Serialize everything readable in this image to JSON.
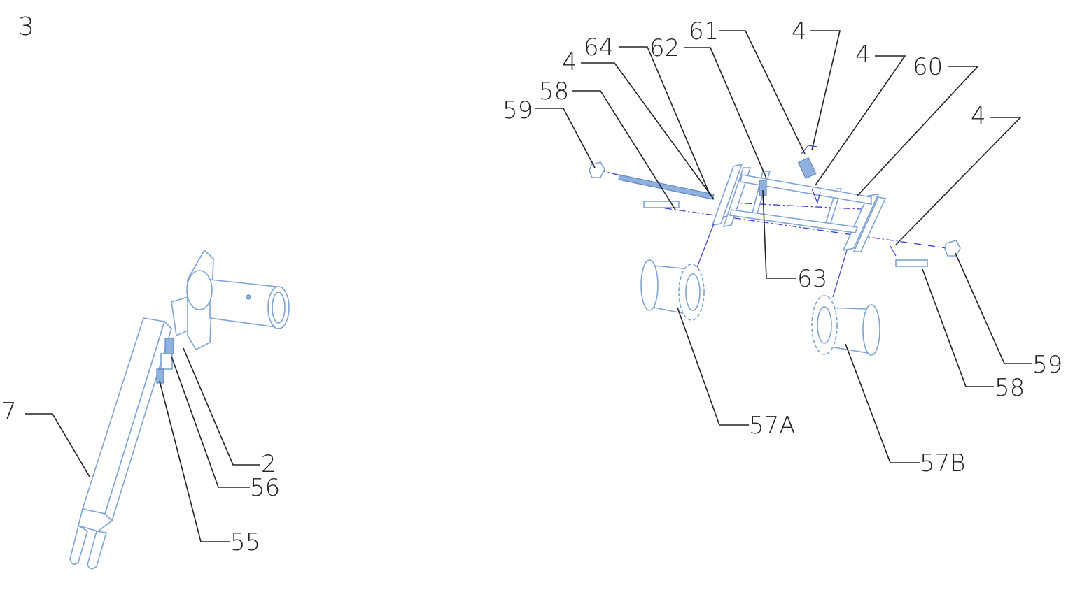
{
  "figure_number": "3",
  "left_assembly": {
    "labels": [
      "7",
      "2",
      "56",
      "55"
    ]
  },
  "right_assembly": {
    "labels": [
      "59",
      "58",
      "4",
      "64",
      "62",
      "61",
      "4",
      "4",
      "60",
      "4",
      "63",
      "59",
      "58",
      "57A",
      "57B"
    ]
  },
  "colors": {
    "part_line": "#7ea3d4",
    "centerline": "#3a3ad0",
    "text": "#222222"
  }
}
